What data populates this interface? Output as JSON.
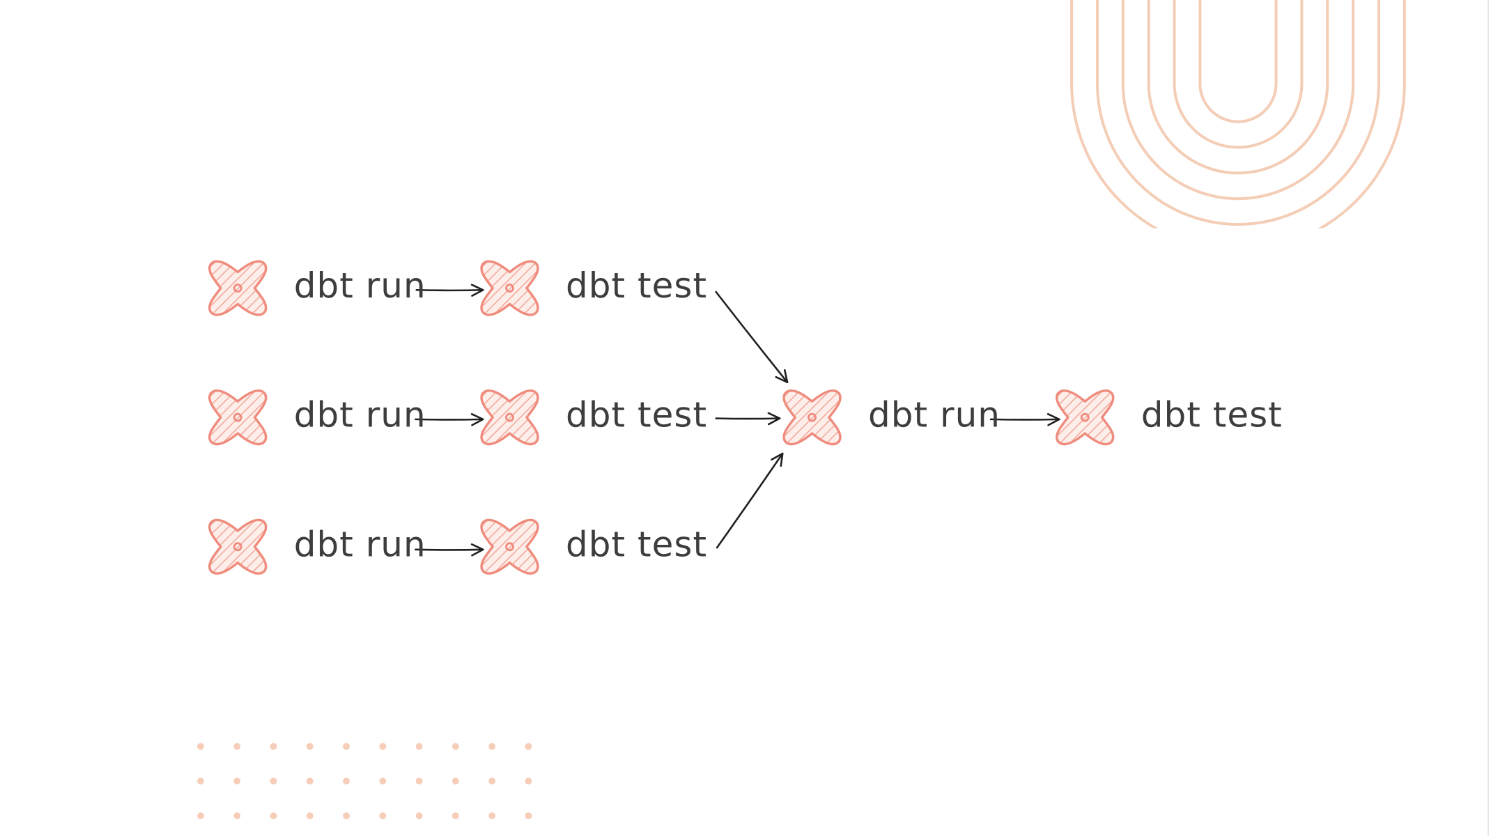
{
  "diagram": {
    "icon_name": "dbt-logo-icon",
    "colors": {
      "label": "#3d3d3f",
      "icon": "#ef8c7d",
      "arrow": "#1f1f1f",
      "decoration": "#f4cdb6"
    },
    "nodes": [
      {
        "id": "run-1",
        "label": "dbt run"
      },
      {
        "id": "test-1",
        "label": "dbt test"
      },
      {
        "id": "run-2",
        "label": "dbt run"
      },
      {
        "id": "test-2",
        "label": "dbt test"
      },
      {
        "id": "run-3",
        "label": "dbt run"
      },
      {
        "id": "test-3",
        "label": "dbt test"
      },
      {
        "id": "run-final",
        "label": "dbt run"
      },
      {
        "id": "test-final",
        "label": "dbt test"
      }
    ],
    "edges": [
      {
        "from": "run-1",
        "to": "test-1"
      },
      {
        "from": "run-2",
        "to": "test-2"
      },
      {
        "from": "run-3",
        "to": "test-3"
      },
      {
        "from": "test-1",
        "to": "run-final"
      },
      {
        "from": "test-2",
        "to": "run-final"
      },
      {
        "from": "test-3",
        "to": "run-final"
      },
      {
        "from": "run-final",
        "to": "test-final"
      }
    ]
  }
}
